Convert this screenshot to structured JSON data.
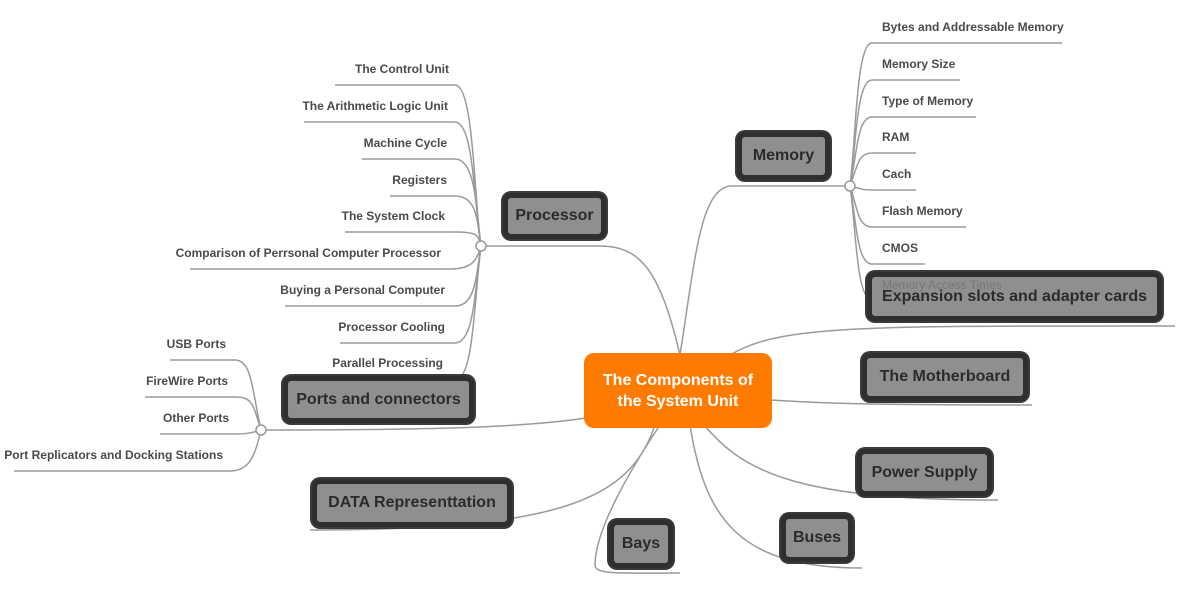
{
  "center": {
    "title_line1": "The Components of",
    "title_line2": "the System Unit"
  },
  "branches": {
    "processor": {
      "label": "Processor",
      "items": [
        "The Control Unit",
        "The Arithmetic Logic Unit",
        "Machine Cycle",
        "Registers",
        "The System Clock",
        "Comparison of Perrsonal Computer Processor",
        "Buying a Personal Computer",
        "Processor Cooling",
        "Parallel Processing"
      ]
    },
    "memory": {
      "label": "Memory",
      "items": [
        "Bytes and Addressable Memory",
        "Memory Size",
        "Type of Memory",
        "RAM",
        "Cach",
        "Flash Memory",
        "CMOS",
        "Memory Access Times"
      ]
    },
    "ports": {
      "label": "Ports and connectors",
      "items": [
        "USB Ports",
        "FireWire Ports",
        "Other Ports",
        "Port Replicators and Docking Stations"
      ]
    },
    "expansion": {
      "label": "Expansion slots and adapter cards"
    },
    "motherboard": {
      "label": "The Motherboard"
    },
    "power": {
      "label": "Power Supply"
    },
    "buses": {
      "label": "Buses"
    },
    "bays": {
      "label": "Bays"
    },
    "data": {
      "label": "DATA Representtation"
    }
  },
  "colors": {
    "center": "#ff7a00",
    "node_fill": "#8f8f8f",
    "node_border": "#2f2f2f",
    "line": "#999999"
  }
}
